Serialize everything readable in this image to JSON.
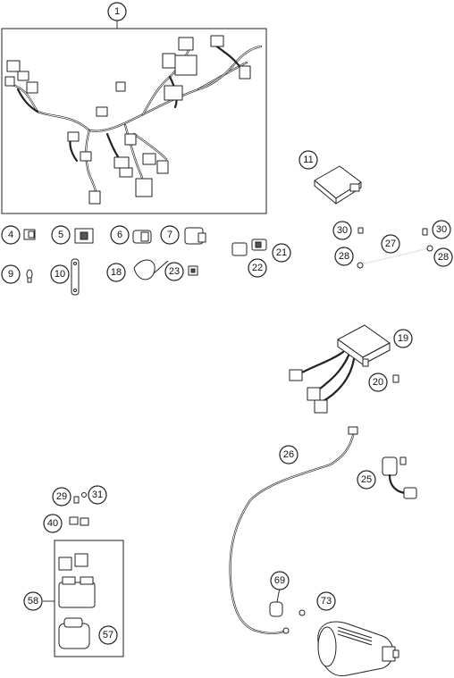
{
  "callouts": [
    {
      "id": "c1",
      "label": "1"
    },
    {
      "id": "c4",
      "label": "4"
    },
    {
      "id": "c5",
      "label": "5"
    },
    {
      "id": "c6",
      "label": "6"
    },
    {
      "id": "c7",
      "label": "7"
    },
    {
      "id": "c9",
      "label": "9"
    },
    {
      "id": "c10",
      "label": "10"
    },
    {
      "id": "c11",
      "label": "11"
    },
    {
      "id": "c18",
      "label": "18"
    },
    {
      "id": "c19",
      "label": "19"
    },
    {
      "id": "c20",
      "label": "20"
    },
    {
      "id": "c21",
      "label": "21"
    },
    {
      "id": "c22",
      "label": "22"
    },
    {
      "id": "c23",
      "label": "23"
    },
    {
      "id": "c25",
      "label": "25"
    },
    {
      "id": "c26",
      "label": "26"
    },
    {
      "id": "c27",
      "label": "27"
    },
    {
      "id": "c28a",
      "label": "28"
    },
    {
      "id": "c28b",
      "label": "28"
    },
    {
      "id": "c29",
      "label": "29"
    },
    {
      "id": "c30a",
      "label": "30"
    },
    {
      "id": "c30b",
      "label": "30"
    },
    {
      "id": "c31",
      "label": "31"
    },
    {
      "id": "c40",
      "label": "40"
    },
    {
      "id": "c57",
      "label": "57"
    },
    {
      "id": "c58",
      "label": "58"
    },
    {
      "id": "c69",
      "label": "69"
    },
    {
      "id": "c73",
      "label": "73"
    }
  ]
}
